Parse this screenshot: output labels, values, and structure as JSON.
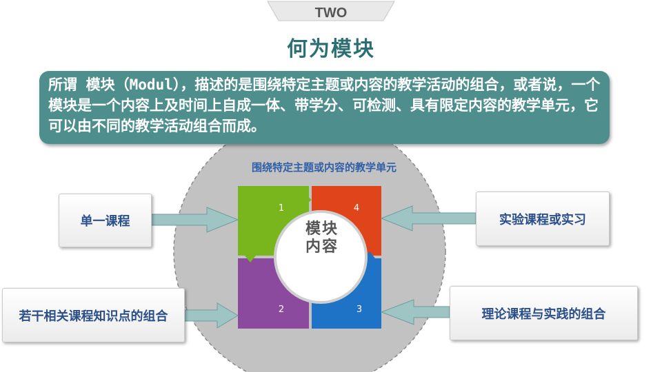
{
  "tab": {
    "label": "TWO"
  },
  "title": "何为模块",
  "definition": "所谓 模块（Modul），描述的是围绕特定主题或内容的教学活动的组合，或者说，一个模块是一个内容上及时间上自成一体、带学分、可检测、具有限定内容的教学单元，它可以由不同的教学活动组合而成。",
  "diagram": {
    "circle_caption": "围绕特定主题或内容的教学单元",
    "core": "模块内容",
    "pieces": [
      {
        "number": "1",
        "color": "#79b51c"
      },
      {
        "number": "4",
        "color": "#e0441a"
      },
      {
        "number": "2",
        "color": "#8b4a9e"
      },
      {
        "number": "3",
        "color": "#1f73c6"
      }
    ],
    "inputs": {
      "single_course": "单一课程",
      "knowledge_combo": "若干相关课程知识点的组合",
      "lab_internship": "实验课程或实习",
      "theory_practice": "理论课程与实践的组合"
    }
  },
  "colors": {
    "title": "#2b6f73",
    "banner": "#4e8f8e",
    "circle": "#c2c2c2",
    "arrow": "#9ec4c4",
    "box_text": "#2b4f8a"
  }
}
